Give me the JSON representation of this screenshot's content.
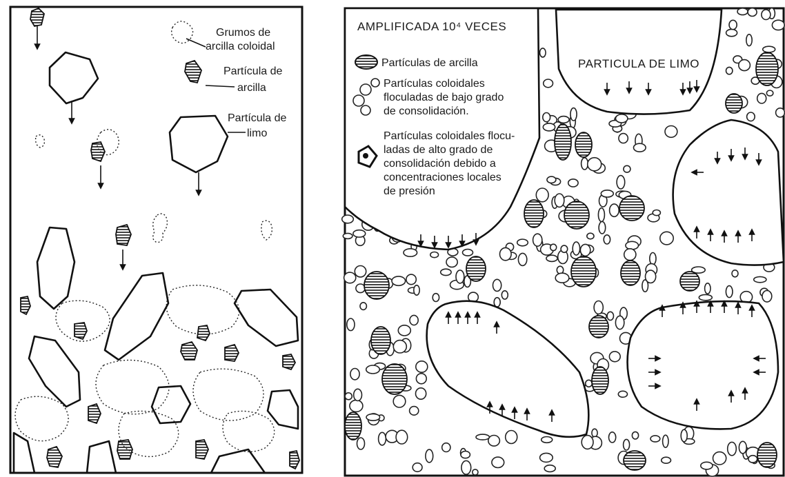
{
  "left_panel": {
    "label_grumos_1": "Grumos de",
    "label_grumos_2": "arcilla coloidal",
    "label_particula_arcilla_1": "Partícula de",
    "label_particula_arcilla_2": "arcilla",
    "label_particula_limo_1": "Partícula de",
    "label_particula_limo_2": "limo"
  },
  "right_panel": {
    "magnification_title": "AMPLIFICADA 10⁴ VECES",
    "silt_particle_label": "PARTICULA DE LIMO",
    "legend": {
      "clay": "Partículas de arcilla",
      "low_consolidation": [
        "Partículas coloidales",
        "floculadas de bajo grado",
        "de consolidación."
      ],
      "high_consolidation": [
        "Partículas coloidales flocu-",
        "ladas de alto grado de",
        "consolidación debido a",
        "concentraciones locales",
        "de presión"
      ]
    }
  }
}
